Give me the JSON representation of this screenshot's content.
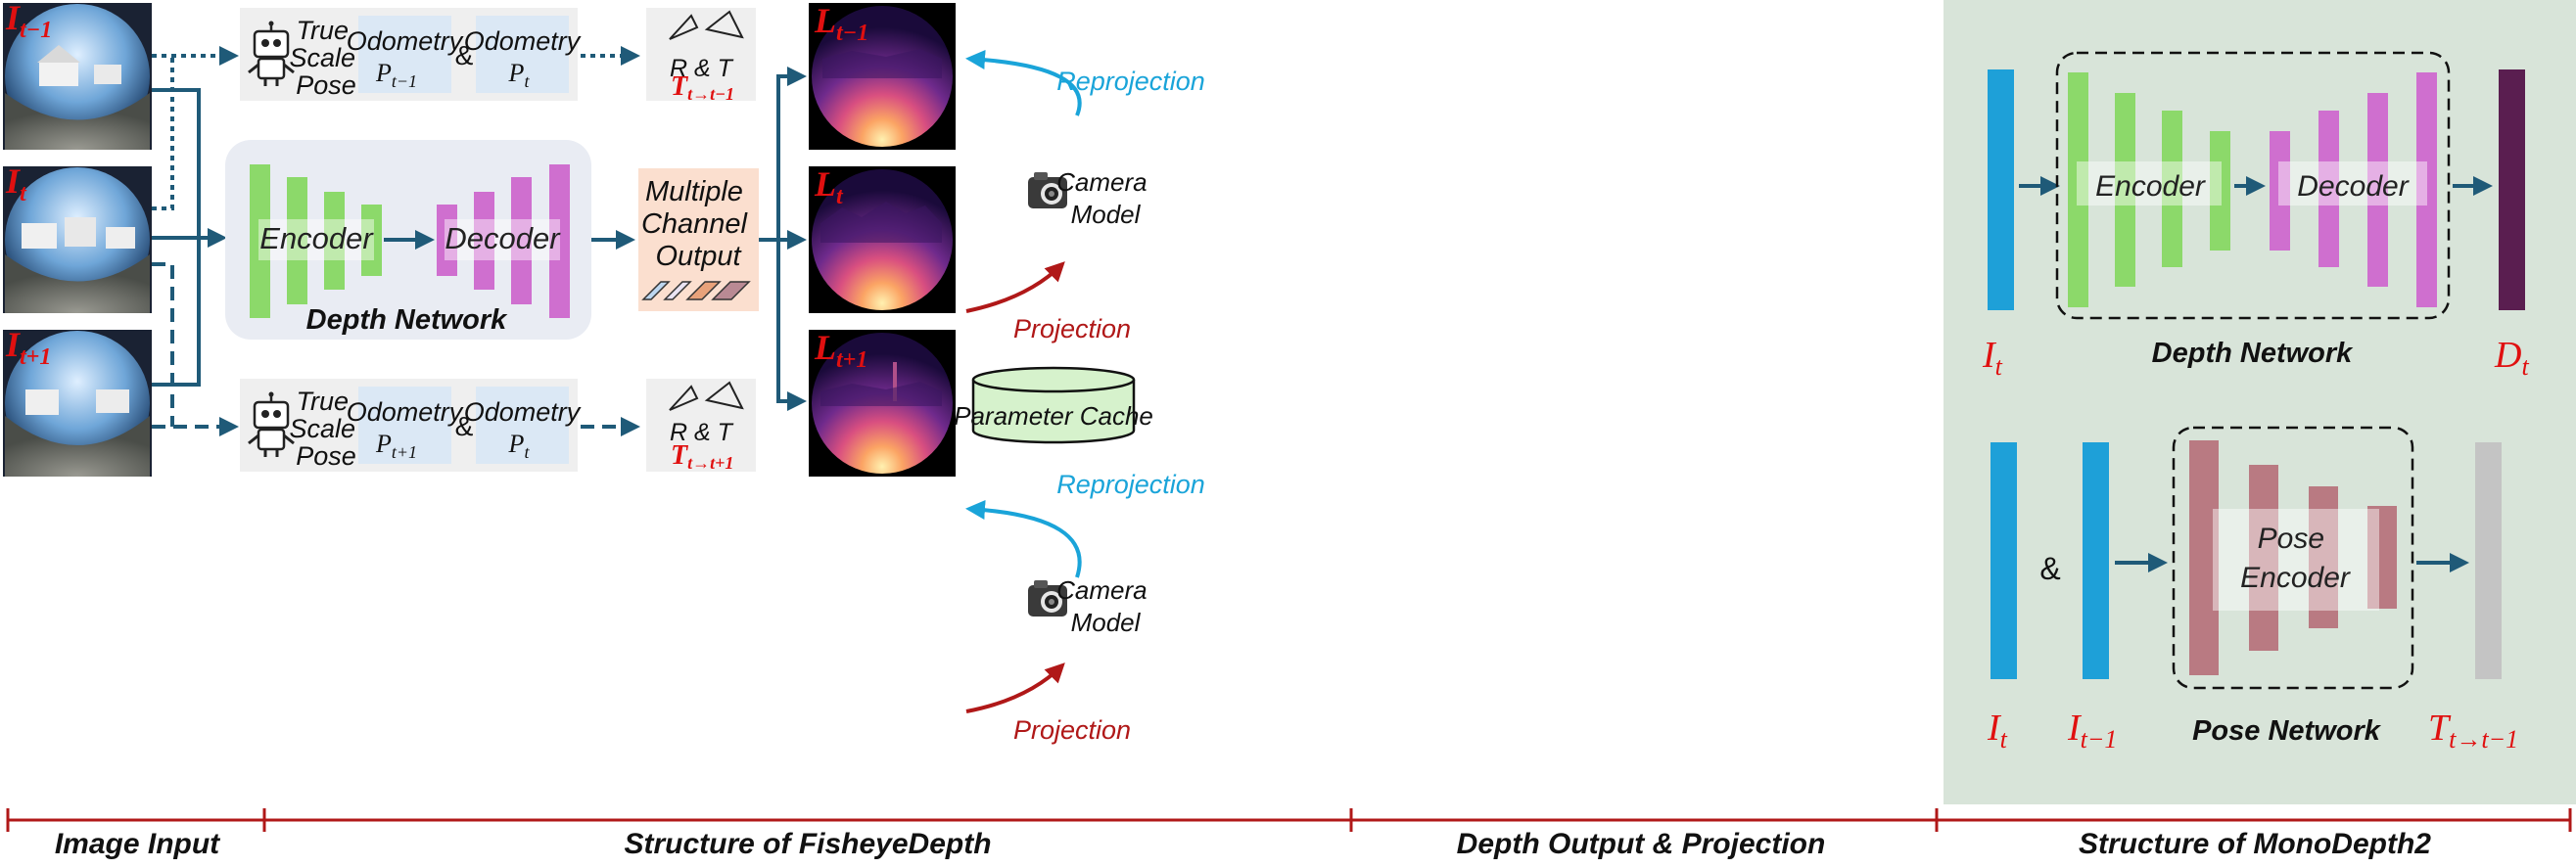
{
  "colors": {
    "arrow_teal": "#1f5a78",
    "arrow_red": "#b01818",
    "arrow_cyan": "#1aa4d9",
    "label_red": "#e01010",
    "encoder_green": "#8cd96a",
    "decoder_magenta": "#cf6fcf",
    "odometry_blue": "#dbe8f5",
    "panel_gray": "#efefef",
    "depth_net_bg": "#e9ecf3",
    "multi_out_bg": "#fbdfcf",
    "monodepth_bg": "#d8e4d9",
    "blue_bar": "#1ea0d8",
    "dark_bar": "#5a1e50",
    "pose_bar": "#b97a82",
    "gray_bar": "#c4c4c4",
    "cache_green": "#d6f2cc"
  },
  "inputs": {
    "frames": [
      {
        "label_main": "I",
        "label_sub": "t−1"
      },
      {
        "label_main": "I",
        "label_sub": "t"
      },
      {
        "label_main": "I",
        "label_sub": "t+1"
      }
    ]
  },
  "odometry_top": {
    "true_scale_lines": [
      "True",
      "Scale",
      "Pose"
    ],
    "box1_title": "Odometry",
    "box1_sub_main": "P",
    "box1_sub_idx": "t−1",
    "amp": "&",
    "box2_title": "Odometry",
    "box2_sub_main": "P",
    "box2_sub_idx": "t",
    "rt_label": "R & T",
    "transform_main": "T",
    "transform_sub": "t→t−1"
  },
  "odometry_bottom": {
    "true_scale_lines": [
      "True",
      "Scale",
      "Pose"
    ],
    "box1_title": "Odometry",
    "box1_sub_main": "P",
    "box1_sub_idx": "t+1",
    "amp": "&",
    "box2_title": "Odometry",
    "box2_sub_main": "P",
    "box2_sub_idx": "t",
    "rt_label": "R & T",
    "transform_main": "T",
    "transform_sub": "t→t+1"
  },
  "depth_network": {
    "encoder_label": "Encoder",
    "decoder_label": "Decoder",
    "title": "Depth Network"
  },
  "multi_output": {
    "lines": [
      "Multiple",
      "Channel",
      "Output"
    ]
  },
  "depth_outputs": {
    "frames": [
      {
        "label_main": "L",
        "label_sub": "t−1"
      },
      {
        "label_main": "L",
        "label_sub": "t"
      },
      {
        "label_main": "L",
        "label_sub": "t+1"
      }
    ]
  },
  "projection": {
    "reprojection_top": "Reprojection",
    "reprojection_bottom": "Reprojection",
    "projection_top": "Projection",
    "projection_bottom": "Projection",
    "camera_model_lines": [
      "Camera",
      "Model"
    ],
    "parameter_cache": "Parameter Cache"
  },
  "monodepth2": {
    "depth_encoder": "Encoder",
    "depth_decoder": "Decoder",
    "depth_title": "Depth Network",
    "depth_in_main": "I",
    "depth_in_sub": "t",
    "depth_out_main": "D",
    "depth_out_sub": "t",
    "amp": "&",
    "pose_encoder_lines": [
      "Pose",
      "Encoder"
    ],
    "pose_title": "Pose Network",
    "pose_in1_main": "I",
    "pose_in1_sub": "t",
    "pose_in2_main": "I",
    "pose_in2_sub": "t−1",
    "pose_out_main": "T",
    "pose_out_sub": "t→t−1"
  },
  "sections": {
    "image_input": "Image Input",
    "structure_fisheye": "Structure of FisheyeDepth",
    "depth_output_projection": "Depth Output & Projection",
    "structure_monodepth2": "Structure of MonoDepth2"
  }
}
